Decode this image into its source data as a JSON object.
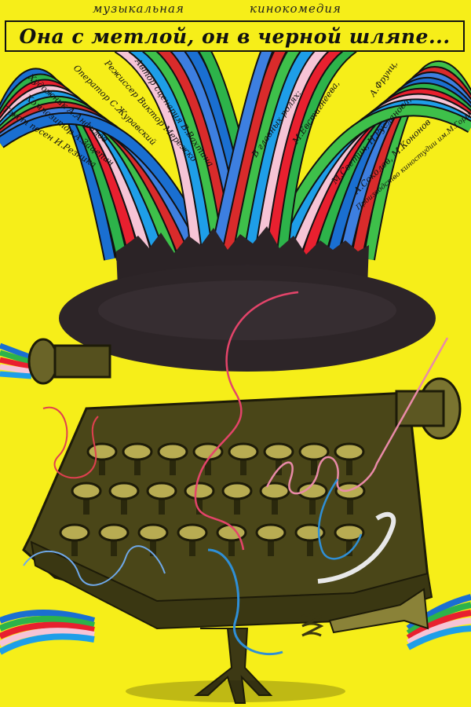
{
  "poster": {
    "genre_left": "музыкальная",
    "genre_right": "кинокомедия",
    "title": "Она с метлой, он в черной шляпе...",
    "credits_left": [
      "Текст песен И.Резника",
      "Композитор А.Зацепин",
      "Художник А.Анфилов",
      "Оператор С.Журавский",
      "Режиссер Виктор Мережко",
      "Автор сценария В.Вахтина"
    ],
    "credits_right": [
      "В главных ролях:",
      "М.Евстигнеева,",
      "А.Фрунц,",
      "М.Светин, Н.Русланова,",
      "А.Соколов, М.Кононов",
      "Производство киностудии им.М.Горького"
    ],
    "colors": {
      "background": "#f6ee19",
      "hat": "#2b2326",
      "typewriter": "#4a4618",
      "rainbow": [
        "#1a6fd1",
        "#2db34a",
        "#e8202f",
        "#f6c4d6",
        "#1e9ee8",
        "#3ec04a",
        "#d92b2b",
        "#3d7fe0"
      ]
    }
  }
}
